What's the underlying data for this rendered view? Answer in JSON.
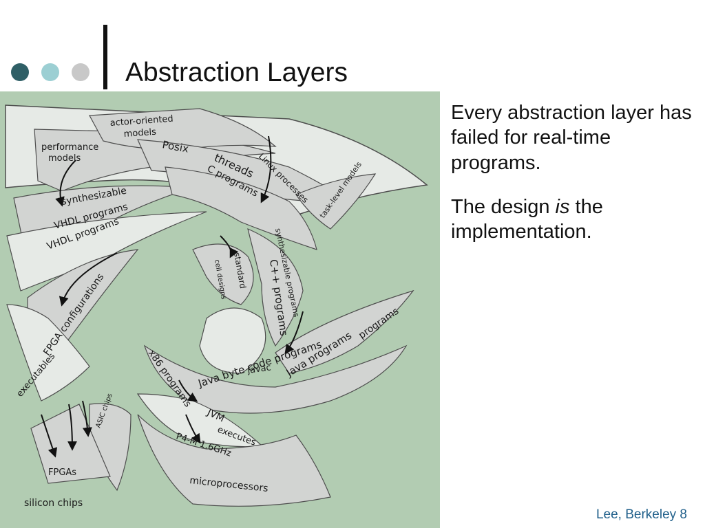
{
  "slide": {
    "title": "Abstraction Layers",
    "footer": "Lee, Berkeley 8"
  },
  "dots": [
    {
      "color": "#2f5f66"
    },
    {
      "color": "#9ccfd3"
    },
    {
      "color": "#c8c8c8"
    }
  ],
  "body": {
    "paragraph1": "Every abstraction layer has failed for real-time programs.",
    "paragraph2_before": "The design ",
    "paragraph2_emph": "is",
    "paragraph2_after": " the implementation."
  },
  "diagram": {
    "background_color": "#b2ccb2",
    "sheet_color": "#e6eae6",
    "inner_sheet_color": "#d2d4d2",
    "labels": {
      "actor_oriented_1": "actor-oriented",
      "actor_oriented_2": "models",
      "performance_1": "performance",
      "performance_2": "models",
      "posix": "Posix",
      "threads": "threads",
      "linux_processes": "Linux processes",
      "task_level": "task-level models",
      "synthesizable": "synthesizable",
      "vhdl_programs_1": "VHDL programs",
      "vhdl_programs_2": "VHDL programs",
      "c_programs": "C programs",
      "standard_cell": "standard",
      "cell_designs": "cell designs",
      "fpga_configurations": "FPGA configurations",
      "synthesizable_prog": "synthesizable programs",
      "cpp_programs": "C++ programs",
      "java_programs": "Java programs",
      "programs": "programs",
      "javac": "javac",
      "java_byte_code": "Java byte code programs",
      "x86_programs": "x86 programs",
      "jvm": "JVM",
      "executes": "executes",
      "executables": "executables",
      "asic_chips": "ASIC chips",
      "p4m": "P4-M 1.6GHz",
      "fpgas": "FPGAs",
      "microprocessors": "microprocessors",
      "silicon_chips": "silicon chips"
    }
  },
  "colors": {
    "text": "#111111",
    "footer": "#1f5f8a"
  }
}
